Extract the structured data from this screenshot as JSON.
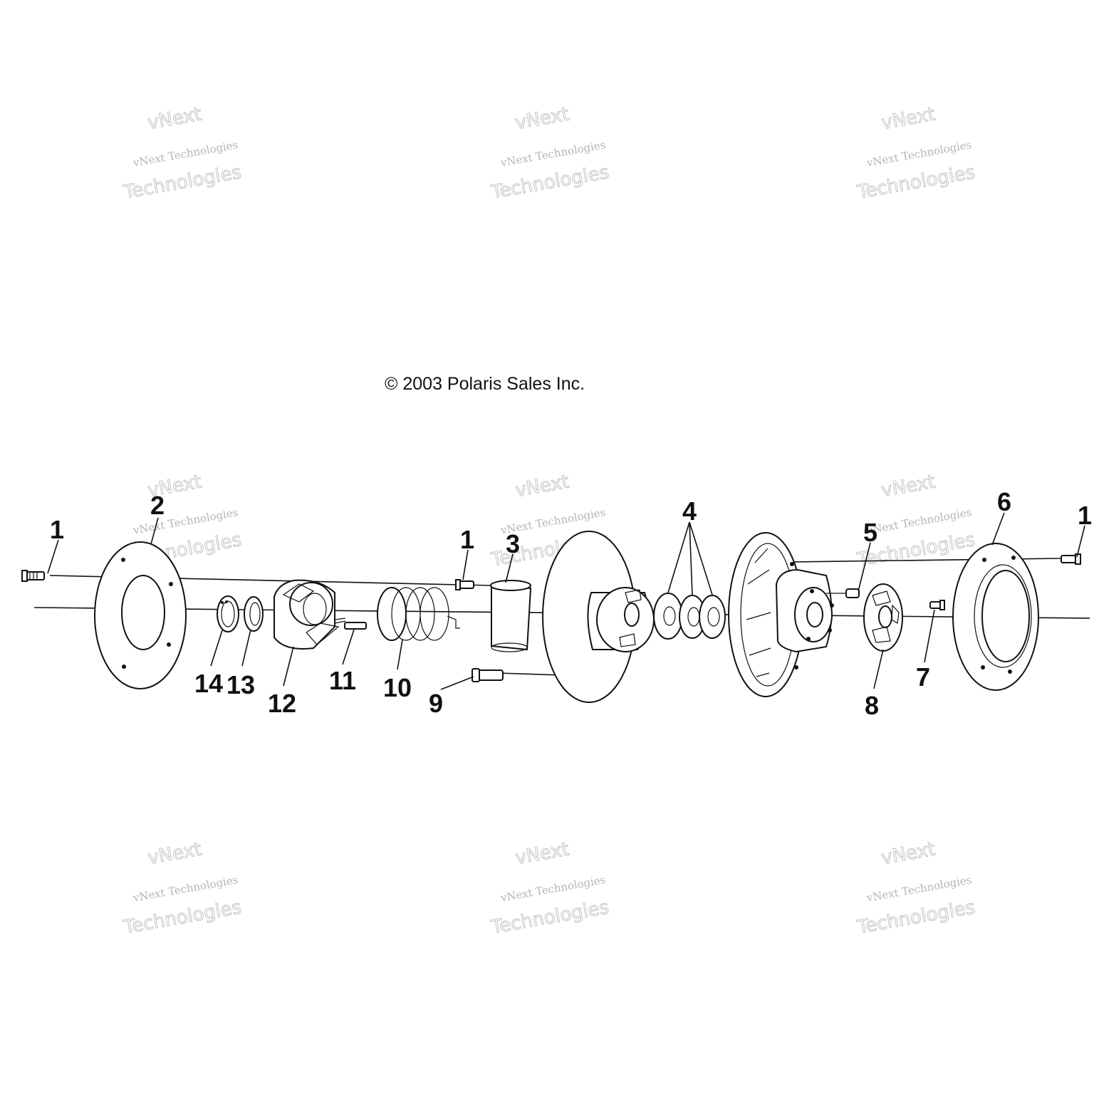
{
  "copyright": "© 2003 Polaris Sales Inc.",
  "watermark": {
    "line1": "vNext",
    "line2": "vNext Technologies",
    "line3": "Technologies"
  },
  "callouts": {
    "c1_left": "1",
    "c2": "2",
    "c1_mid": "1",
    "c3": "3",
    "c4": "4",
    "c5": "5",
    "c6": "6",
    "c1_right": "1",
    "c7": "7",
    "c8": "8",
    "c9": "9",
    "c10": "10",
    "c11": "11",
    "c12": "12",
    "c13": "13",
    "c14": "14"
  }
}
